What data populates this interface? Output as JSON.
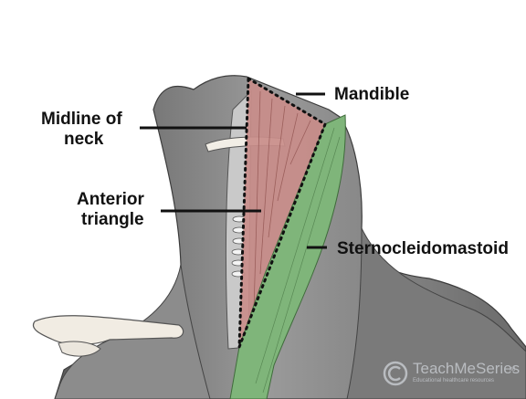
{
  "labels": {
    "mandible": "Mandible",
    "midline_line1": "Midline of",
    "midline_line2": "neck",
    "anterior_line1": "Anterior",
    "anterior_line2": "triangle",
    "sternocleidomastoid": "Sternocleidomastoid"
  },
  "watermark": {
    "brand": "TeachMeSeries",
    "suffix": "ltd",
    "tagline": "Educational healthcare resources"
  },
  "colors": {
    "label_text": "#111111",
    "anterior_triangle_fill": "#c98d8a",
    "sternocleidomastoid_fill": "#7fb57a",
    "neck_shading": "#8a8a8a",
    "watermark": "#b9bcc0"
  },
  "icons": {
    "watermark_logo": "copyright-circle-icon"
  }
}
